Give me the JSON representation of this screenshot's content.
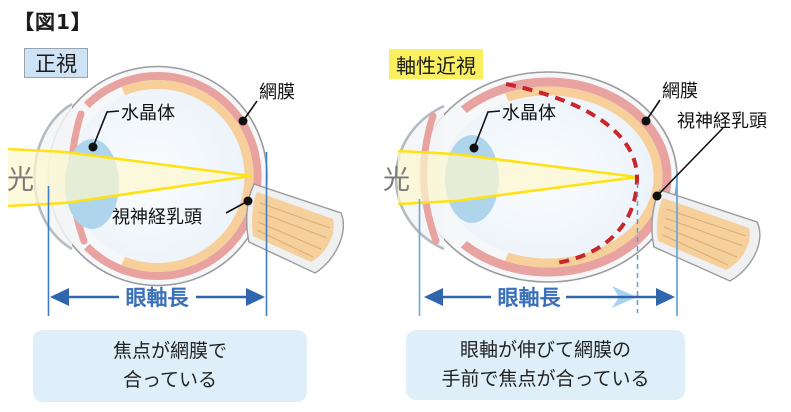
{
  "figure": {
    "title": "【図1】"
  },
  "left_panel": {
    "tag": "正視",
    "light_label": "光",
    "labels": {
      "lens": "水晶体",
      "retina": "網膜",
      "optic_disc": "視神経乳頭"
    },
    "axis_label": "眼軸長",
    "caption_line1": "焦点が網膜で",
    "caption_line2": "合っている"
  },
  "right_panel": {
    "tag": "軸性近視",
    "light_label": "光",
    "labels": {
      "lens": "水晶体",
      "retina": "網膜",
      "optic_disc": "視神経乳頭"
    },
    "axis_label": "眼軸長",
    "caption_line1": "眼軸が伸びて網膜の",
    "caption_line2": "手前で焦点が合っている"
  },
  "colors": {
    "tag_blue_bg": "#cfe3f6",
    "tag_yellow_bg": "#f9ef5f",
    "caption_bg": "#deeffa",
    "axis_arrow_blue": "#2f66ae",
    "axis_text_blue": "#3a6fba",
    "normal_length_arrow_light_blue": "#a9d4ef",
    "guide_line_blue": "#3f7ec0",
    "dashed_normal_retina_red": "#c9252c",
    "light_beam_yellow": "#ffe215",
    "retina_pink": "#e8a3a1",
    "choroid_orange": "#f6cf9a",
    "lens_blue": "#aed5ec",
    "light_text_gray": "#7a7a7a"
  }
}
